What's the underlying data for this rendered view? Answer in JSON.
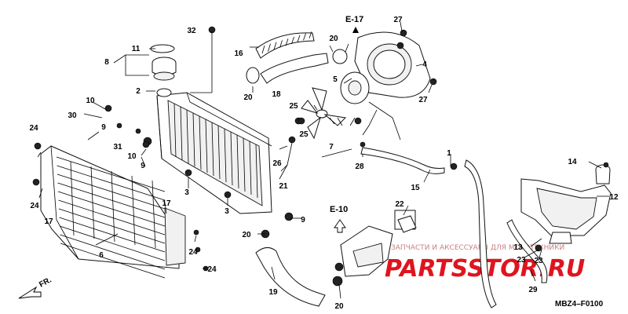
{
  "diagram": {
    "section_ref_e17": "E-17",
    "section_ref_e10": "E-10",
    "direction_label": "FR.",
    "diagram_code": "MBZ4–F0100",
    "watermark_top": "ЗАПЧАСТИ И АКСЕССУАРЫ ДЛЯ МОТОТЕХНИКИ",
    "watermark_main": "PARTSSTOR.RU",
    "callouts": [
      "1",
      "2",
      "3",
      "3",
      "4",
      "5",
      "6",
      "7",
      "8",
      "9",
      "9",
      "9",
      "10",
      "10",
      "11",
      "12",
      "13",
      "14",
      "15",
      "16",
      "17",
      "17",
      "18",
      "19",
      "20",
      "20",
      "20",
      "20",
      "21",
      "22",
      "23",
      "23",
      "24",
      "24",
      "24",
      "24",
      "25",
      "25",
      "26",
      "27",
      "27",
      "28",
      "29",
      "30",
      "31",
      "32"
    ]
  }
}
